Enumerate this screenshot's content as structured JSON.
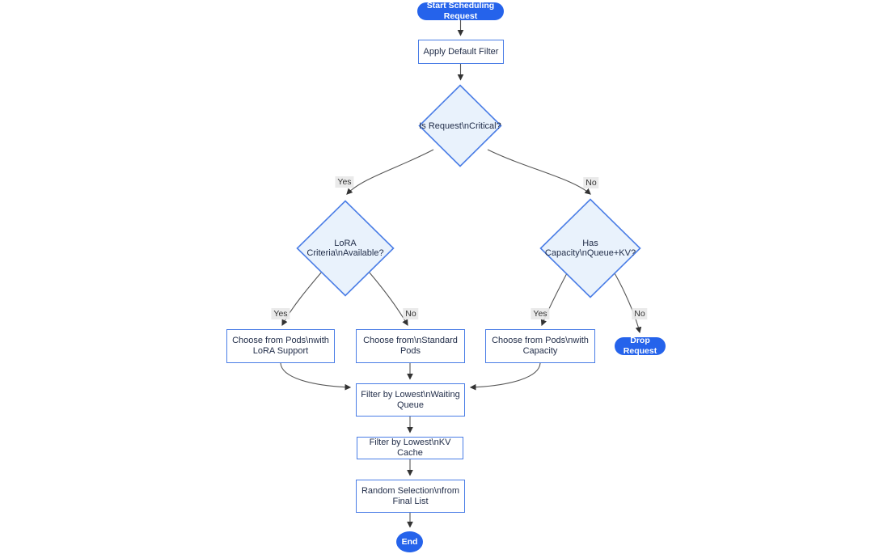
{
  "diagram": {
    "type": "flowchart",
    "colors": {
      "accent_blue": "#2563eb",
      "node_border_blue": "#4a7de6",
      "diamond_fill": "#e9f2fc",
      "rect_fill": "#ffffff",
      "edge_line": "#555555",
      "edge_label_bg": "#e8e8e8",
      "node_text": "#1f2b47"
    },
    "nodes": {
      "start": {
        "label": "Start Scheduling Request"
      },
      "apply_filter": {
        "label": "Apply Default Filter"
      },
      "is_critical": {
        "label": "Is Request\\nCritical?"
      },
      "lora_criteria": {
        "label": "LoRA Criteria\\nAvailable?"
      },
      "has_capacity": {
        "label": "Has Capacity\\nQueue+KV?"
      },
      "choose_lora": {
        "line1": "Choose from Pods\\nwith",
        "line2": "LoRA Support"
      },
      "choose_standard": {
        "line1": "Choose from\\nStandard",
        "line2": "Pods"
      },
      "choose_capacity": {
        "line1": "Choose from Pods\\nwith",
        "line2": "Capacity"
      },
      "drop_request": {
        "label": "Drop Request"
      },
      "filter_waiting": {
        "line1": "Filter by Lowest\\nWaiting",
        "line2": "Queue"
      },
      "filter_kv": {
        "label": "Filter by Lowest\\nKV Cache"
      },
      "random_selection": {
        "line1": "Random Selection\\nfrom",
        "line2": "Final List"
      },
      "end": {
        "label": "End"
      }
    },
    "edge_labels": {
      "critical_yes": "Yes",
      "critical_no": "No",
      "lora_yes": "Yes",
      "lora_no": "No",
      "capacity_yes": "Yes",
      "capacity_no": "No"
    }
  }
}
